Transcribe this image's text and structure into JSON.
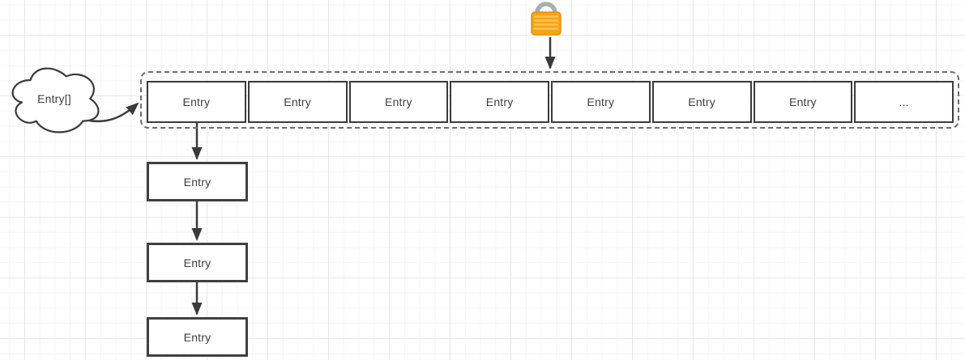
{
  "canvas": {
    "cloud_label": "Entry[]",
    "array": {
      "cells": [
        "Entry",
        "Entry",
        "Entry",
        "Entry",
        "Entry",
        "Entry",
        "Entry",
        "..."
      ]
    },
    "chain": {
      "nodes": [
        "Entry",
        "Entry",
        "Entry"
      ]
    },
    "icons": {
      "lock": "lock-icon"
    },
    "colors": {
      "shape_border": "#3b3b3b",
      "shape_text": "#3f3f3f",
      "dashed_border": "#6e6e6e",
      "arrow": "#3a3a3a",
      "lock_body": "#f5a31a",
      "lock_stripes": "#ffc34d",
      "lock_shackle": "#a9aeae",
      "grid_minor": "#f4f4f4",
      "grid_major": "#e8e8e8",
      "background": "#ffffff"
    }
  }
}
